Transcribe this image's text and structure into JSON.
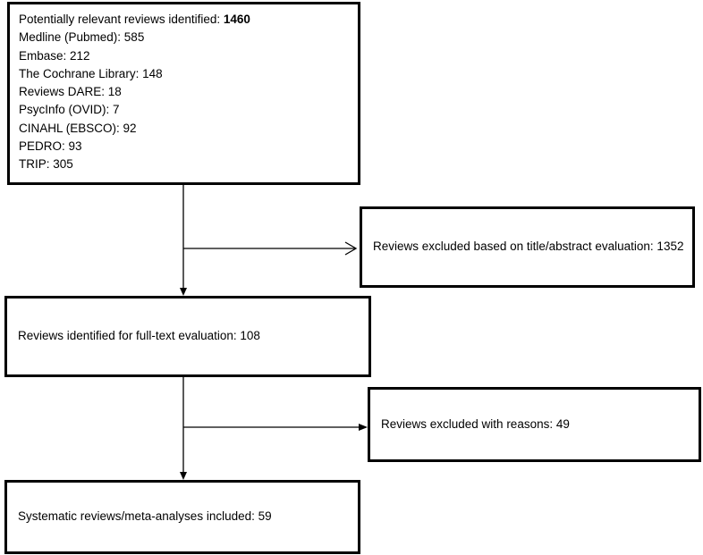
{
  "identified": {
    "title_label": "Potentially relevant reviews identified:",
    "title_value": "1460",
    "sources": [
      "Medline (Pubmed): 585",
      "Embase: 212",
      "The Cochrane Library: 148",
      "Reviews DARE: 18",
      "PsycInfo (OVID): 7",
      "CINAHL (EBSCO): 92",
      "PEDRO: 93",
      "TRIP: 305"
    ]
  },
  "excluded_title_abstract": {
    "text": "Reviews excluded based on title/abstract evaluation: 1352"
  },
  "fulltext": {
    "text": "Reviews identified for full-text evaluation: 108"
  },
  "excluded_reasons": {
    "text": "Reviews excluded with reasons: 49"
  },
  "included": {
    "text": "Systematic reviews/meta-analyses included: 59"
  }
}
